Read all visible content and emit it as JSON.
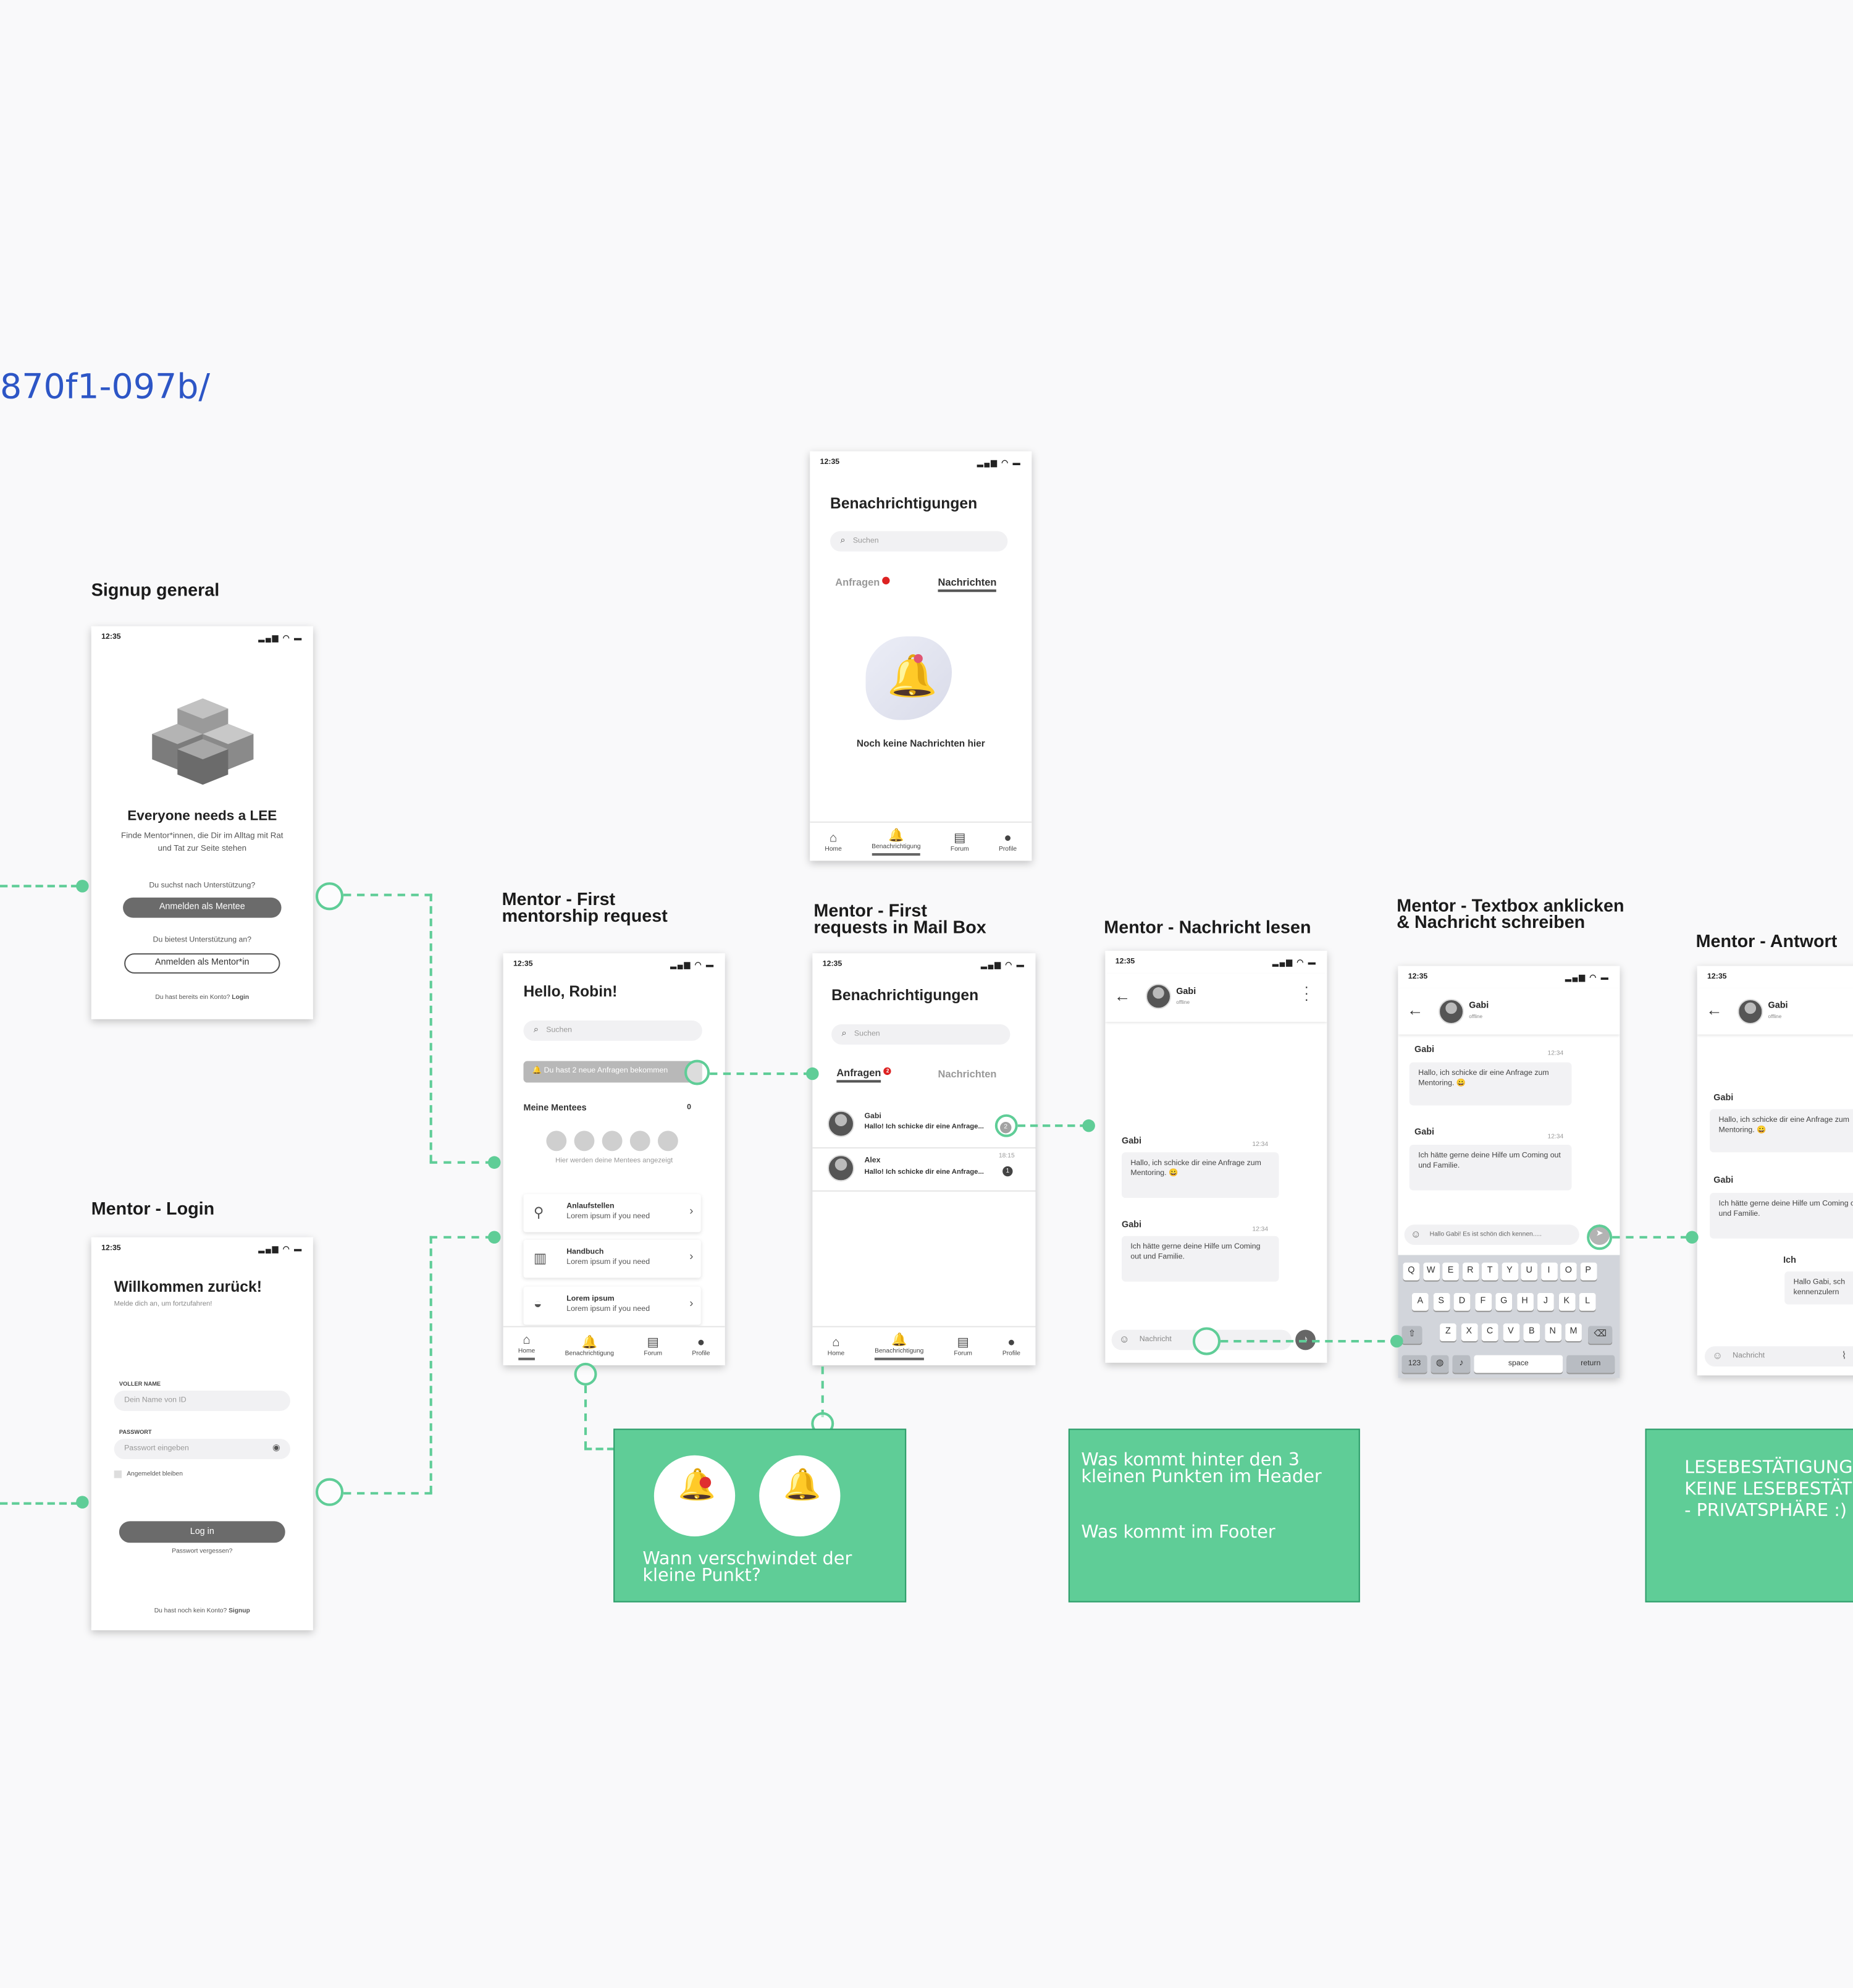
{
  "url_fragment": "870f1-097b/",
  "status_time": "12:35",
  "status_icons": "signal-wifi-battery",
  "labels": {
    "signup": "Signup general",
    "login": "Mentor - Login",
    "first_request": "Mentor - First\nmentorship request",
    "mailbox": "Mentor - First\nrequests in Mail Box",
    "read": "Mentor - Nachricht lesen",
    "textbox": "Mentor - Textbox anklicken\n& Nachricht schreiben",
    "answer": "Mentor - Antwort"
  },
  "nav": {
    "home": "Home",
    "notif": "Benachrichtigung",
    "forum": "Forum",
    "profile": "Profile"
  },
  "notif_empty": {
    "title": "Benachrichtigungen",
    "search": "Suchen",
    "tab_requests": "Anfragen",
    "tab_messages": "Nachrichten",
    "empty_text": "Noch keine Nachrichten hier"
  },
  "signup": {
    "headline": "Everyone needs a LEE",
    "subtitle": "Finde Mentor*innen, die Dir im Alltag mit Rat und Tat zur Seite stehen",
    "q_mentee": "Du suchst nach Unterstützung?",
    "btn_mentee": "Anmelden als Mentee",
    "q_mentor": "Du bietest Unterstützung an?",
    "btn_mentor": "Anmelden als Mentor*in",
    "account_q": "Du hast bereits ein Konto?",
    "login_link": "Login"
  },
  "login": {
    "title": "Willkommen zurück!",
    "subtitle": "Melde dich an, um fortzufahren!",
    "name_label": "VOLLER NAME",
    "name_placeholder": "Dein Name von ID",
    "pw_label": "PASSWORT",
    "pw_placeholder": "Passwort eingeben",
    "remember": "Angemeldet bleiben",
    "btn_login": "Log in",
    "forgot": "Passwort vergessen?",
    "no_account": "Du hast noch kein Konto?",
    "signup_link": "Signup"
  },
  "home": {
    "greeting": "Hello, Robin!",
    "search": "Suchen",
    "banner": "Du hast 2 neue Anfragen bekommen",
    "mentees_title": "Meine Mentees",
    "mentees_count": "0",
    "mentees_hint": "Hier werden deine Mentees angezeigt",
    "menu": [
      {
        "title": "Anlaufstellen",
        "sub": "Lorem ipsum if you need"
      },
      {
        "title": "Handbuch",
        "sub": "Lorem ipsum if you need"
      },
      {
        "title": "Lorem ipsum",
        "sub": "Lorem ipsum if you need"
      }
    ]
  },
  "mailbox": {
    "title": "Benachrichtigungen",
    "search": "Suchen",
    "tab_requests": "Anfragen",
    "badge": "2",
    "tab_messages": "Nachrichten",
    "items": [
      {
        "name": "Gabi",
        "preview": "Hallo! Ich schicke dir eine Anfrage...",
        "time": "",
        "count": "2"
      },
      {
        "name": "Alex",
        "preview": "Hallo! Ich schicke dir eine Anfrage...",
        "time": "18:15",
        "count": "1"
      }
    ]
  },
  "chat": {
    "contact": "Gabi",
    "status": "offline",
    "msgs": [
      {
        "name": "Gabi",
        "time": "12:34",
        "text": "Hallo, ich schicke dir eine Anfrage zum Mentoring. 😀"
      },
      {
        "name": "Gabi",
        "time": "12:34",
        "text": "Ich hätte gerne deine Hilfe um Coming out und Familie."
      }
    ],
    "input_placeholder": "Nachricht"
  },
  "textbox": {
    "typed": "Hallo Gabi! Es ist schön dich kennen.....",
    "row1": [
      "Q",
      "W",
      "E",
      "R",
      "T",
      "Y",
      "U",
      "I",
      "O",
      "P"
    ],
    "row2": [
      "A",
      "S",
      "D",
      "F",
      "G",
      "H",
      "J",
      "K",
      "L"
    ],
    "row3": [
      "Z",
      "X",
      "C",
      "V",
      "B",
      "N",
      "M"
    ],
    "key_123": "123",
    "key_space": "space",
    "key_return": "return"
  },
  "answer": {
    "me": "Ich",
    "reply": "Hallo Gabi, sch kennenzulern",
    "input_placeholder": "Nachricht"
  },
  "notes": {
    "note1": "Wann verschwindet der kleine Punkt?",
    "note2a": "Was kommt hinter den 3 kleinen Punkten im Header",
    "note2b": "Was kommt im Footer",
    "note3": "LESEBESTÄTIGUNG O KEINE LESEBESTÄTIG - PRIVATSPHÄRE :)"
  },
  "colors": {
    "accent": "#5fcd97",
    "badge": "#d22222",
    "button": "#6b6b6b"
  }
}
